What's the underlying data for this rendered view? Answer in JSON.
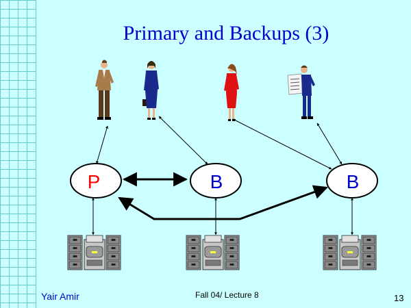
{
  "slide": {
    "title": "Primary and Backups (3)",
    "footer_left": "Yair Amir",
    "footer_center": "Fall 04/ Lecture 8",
    "page_number": "13"
  },
  "nodes": [
    {
      "id": "primary",
      "label": "P",
      "color": "#ff0000"
    },
    {
      "id": "backup-1",
      "label": "B",
      "color": "#0000cc"
    },
    {
      "id": "backup-2",
      "label": "B",
      "color": "#0000cc"
    }
  ],
  "people": [
    "man-in-suit-icon",
    "woman-in-blue-suit-icon",
    "woman-in-red-dress-icon",
    "man-reading-newspaper-icon"
  ],
  "storage": [
    "file-cabinet-server-icon",
    "file-cabinet-server-icon",
    "file-cabinet-server-icon"
  ],
  "colors": {
    "background": "#ccffff",
    "grid": "#66cccc",
    "title": "#0000cc",
    "primary_label": "#ff0000",
    "backup_label": "#0000cc"
  }
}
